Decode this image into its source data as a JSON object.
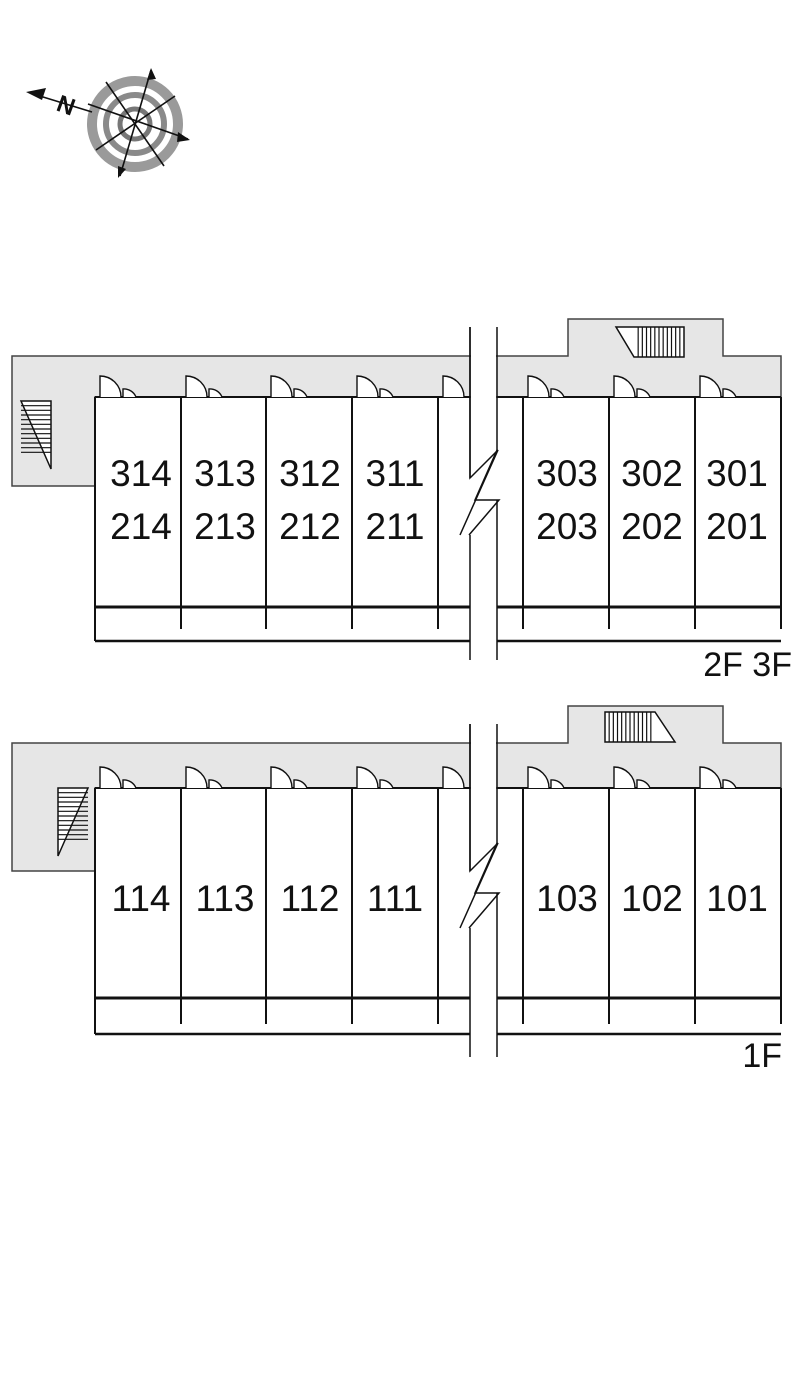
{
  "compass": {
    "icon": "compass-rose-icon",
    "north_letter": "N"
  },
  "upper_plan": {
    "floor_label": "2F 3F",
    "units_3f": [
      "314",
      "313",
      "312",
      "311",
      "303",
      "302",
      "301"
    ],
    "units_2f": [
      "214",
      "213",
      "212",
      "211",
      "203",
      "202",
      "201"
    ]
  },
  "lower_plan": {
    "floor_label": "1F",
    "units_1f": [
      "114",
      "113",
      "112",
      "111",
      "103",
      "102",
      "101"
    ]
  },
  "colors": {
    "corridor_fill": "#e6e6e6",
    "line": "#111111",
    "background": "#ffffff"
  }
}
